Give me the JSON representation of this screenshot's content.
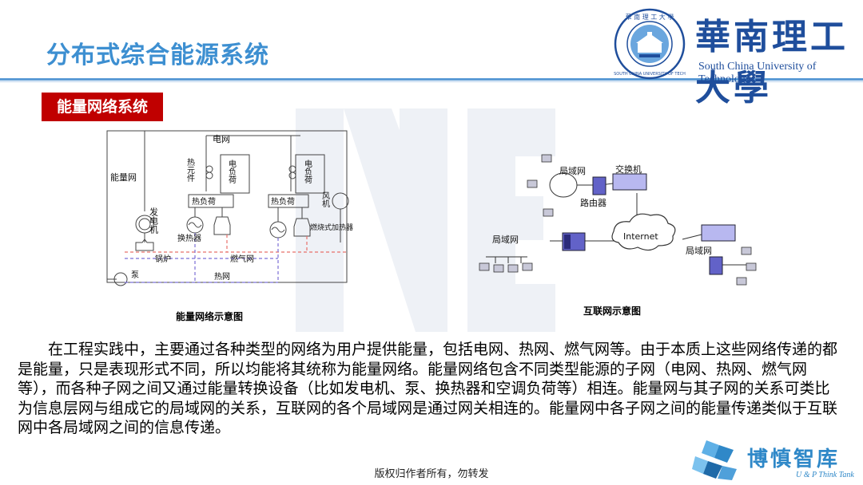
{
  "header": {
    "title": "分布式综合能源系统",
    "university_name_en": "South China University of Technology",
    "university_name_cn": "華南理工大學"
  },
  "section_tag": "能量网络系统",
  "energy_diagram": {
    "caption": "能量网络示意图",
    "labels": {
      "grid": "电网",
      "energy_net": "能量网",
      "thermal_element": "热元件",
      "electric_load": "电负荷",
      "heat_load": "热负荷",
      "generator": "发电机",
      "heat_exchanger": "换热器",
      "burner_heater": "燃烧式加热器",
      "wind_turbine": "风机",
      "boiler": "锅炉",
      "gas_net": "燃气网",
      "pump": "泵",
      "heat_net": "热网"
    }
  },
  "internet_diagram": {
    "caption": "互联网示意图",
    "labels": {
      "lan_top": "局域网",
      "switch": "交换机",
      "router": "路由器",
      "lan_left": "局域网",
      "internet": "Internet",
      "lan_right": "局域网"
    }
  },
  "body_text": "在工程实践中，主要通过各种类型的网络为用户提供能量，包括电网、热网、燃气网等。由于本质上这些网络传递的都是能量，只是表现形式不同，所以均能将其统称为能量网络。能量网络包含不同类型能源的子网（电网、热网、燃气网等），而各种子网之间又通过能量转换设备（比如发电机、泵、换热器和空调负荷等）相连。能量网与其子网的关系可类比为信息层网与组成它的局域网的关系，互联网的各个局域网是通过网关相连的。能量网中各子网之间的能量传递类似于互联网中各局域网之间的信息传递。",
  "footer": {
    "copyright": "版权归作者所有，勿转发",
    "brand_cn": "博慎智库",
    "brand_en": "U & P Think Tank"
  },
  "colors": {
    "title": "#3d8fd1",
    "section_tag_bg": "#c00000",
    "brand": "#2f88c8",
    "gas_line": "#e8706a",
    "heat_line": "#7b6fd6"
  }
}
